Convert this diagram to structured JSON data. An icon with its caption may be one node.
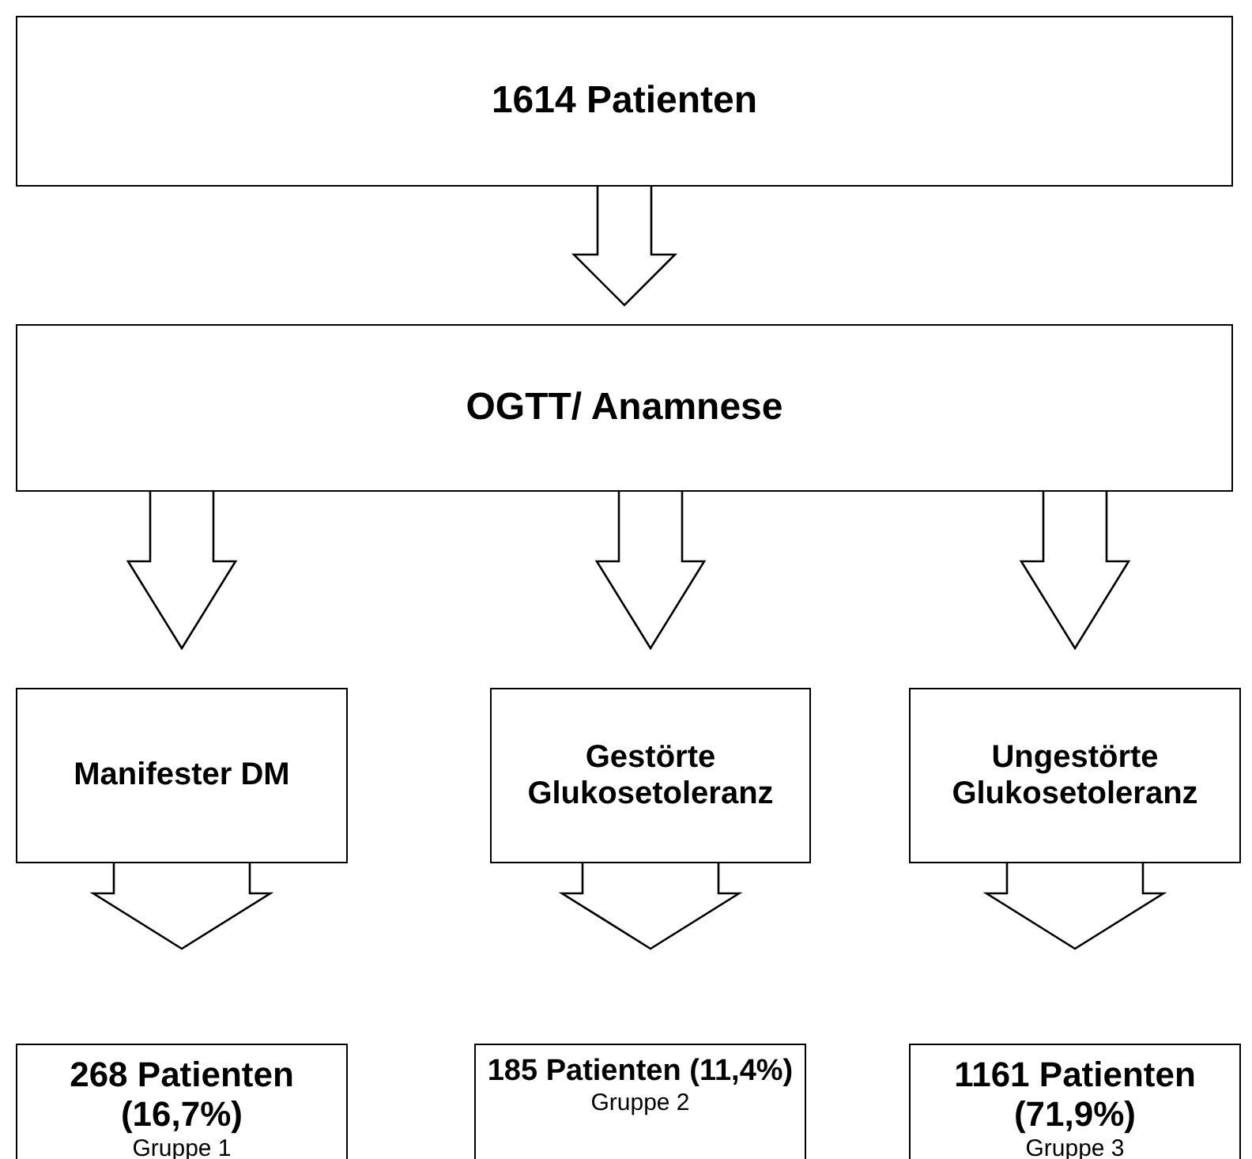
{
  "diagram": {
    "nodes": [
      {
        "text": [
          "1614 Patienten"
        ]
      },
      {
        "text": [
          "OGTT/ Anamnese"
        ]
      },
      {
        "text": [
          "Manifester DM"
        ]
      },
      {
        "text": [
          "Gestörte Glukosetoleranz"
        ]
      },
      {
        "text": [
          "Ungestörte Glukosetoleranz"
        ]
      },
      {
        "text": [
          "268 Patienten (16,7%)",
          "Gruppe 1"
        ]
      },
      {
        "text": [
          "185 Patienten (11,4%)",
          "Gruppe 2"
        ]
      },
      {
        "text": [
          "1161 Patienten (71,9%)",
          "Gruppe 3"
        ]
      }
    ],
    "edges": [
      {
        "from": 0,
        "to": 1,
        "arrow": "to"
      },
      {
        "from": 1,
        "to": 2,
        "arrow": "to"
      },
      {
        "from": 1,
        "to": 3,
        "arrow": "to"
      },
      {
        "from": 1,
        "to": 4,
        "arrow": "to"
      },
      {
        "from": 2,
        "to": 5,
        "arrow": "to"
      },
      {
        "from": 3,
        "to": 6,
        "arrow": "to"
      },
      {
        "from": 4,
        "to": 7,
        "arrow": "to"
      }
    ]
  }
}
